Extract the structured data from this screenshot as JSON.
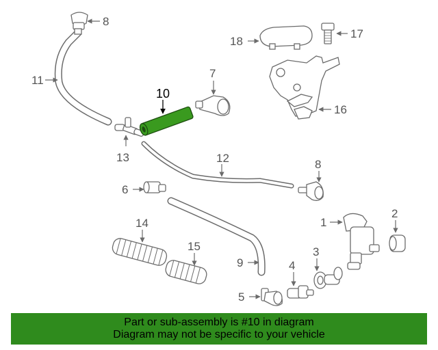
{
  "diagram": {
    "labels": {
      "p1": "1",
      "p2": "2",
      "p3": "3",
      "p4": "4",
      "p5": "5",
      "p6": "6",
      "p7": "7",
      "p8a": "8",
      "p8b": "8",
      "p9": "9",
      "p10": "10",
      "p11": "11",
      "p12": "12",
      "p13": "13",
      "p14": "14",
      "p15": "15",
      "p16": "16",
      "p17": "17",
      "p18": "18"
    },
    "highlight_part": "10",
    "highlight_color": "#3a9a1f"
  },
  "footer": {
    "line1": "Part or sub-assembly is #10 in diagram",
    "line2": "Diagram may not be specific to your vehicle",
    "background": "#2f8b1d"
  }
}
